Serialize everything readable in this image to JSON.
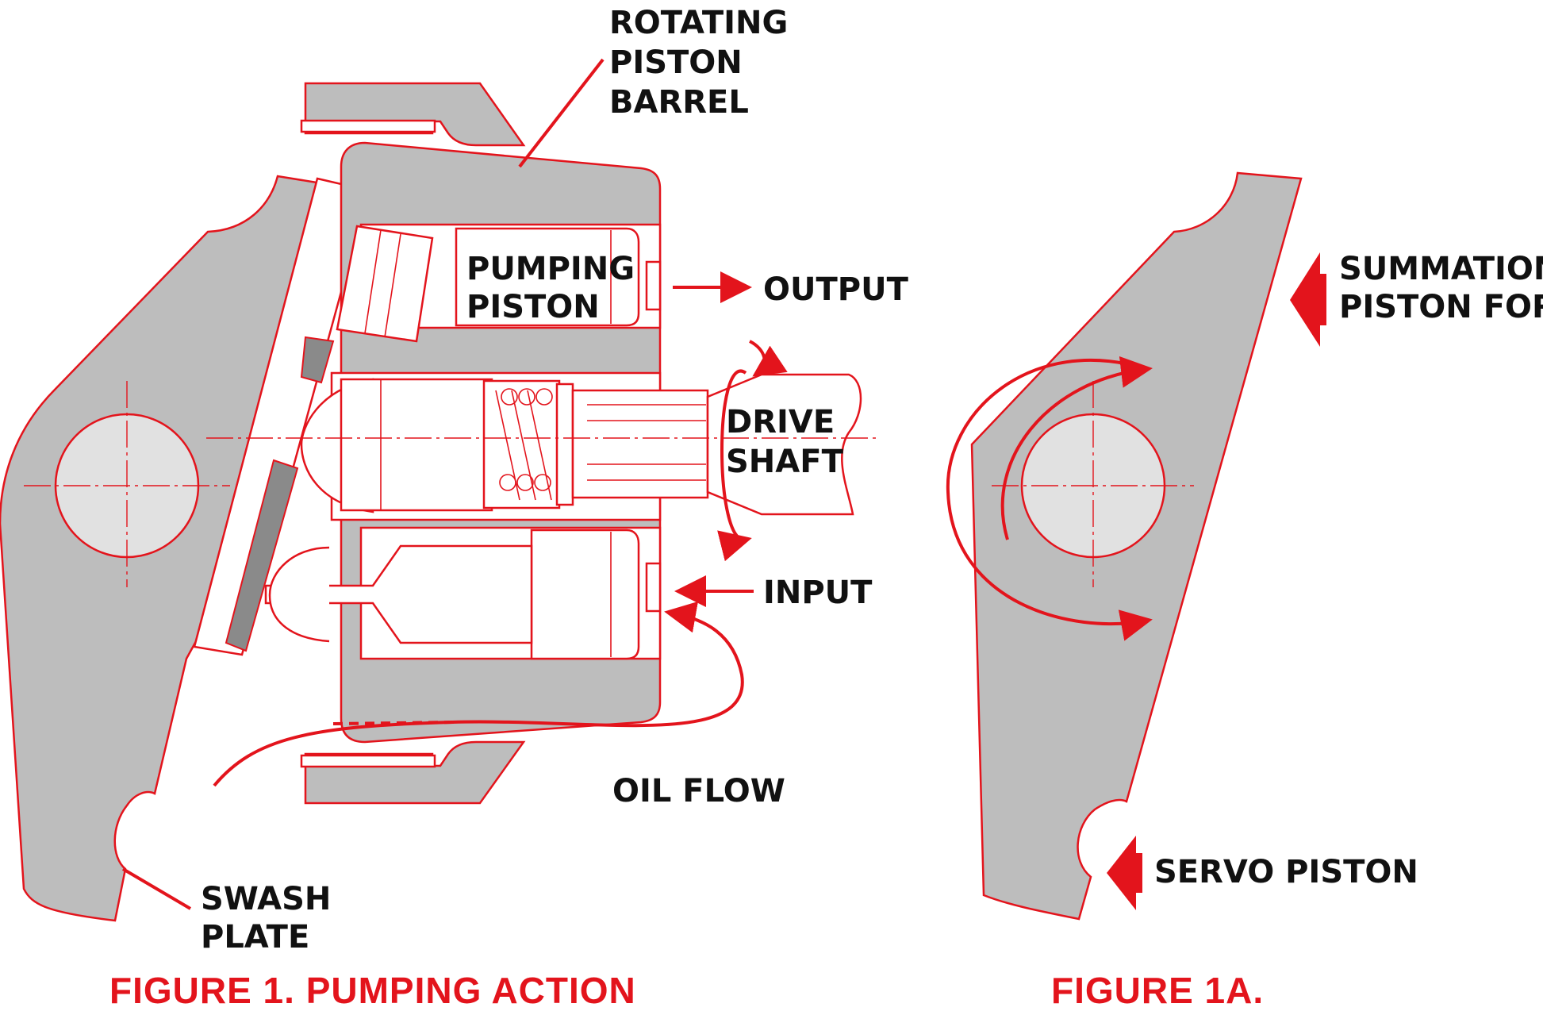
{
  "labels": {
    "rotating_barrel": [
      "ROTATING",
      "PISTON",
      "BARREL"
    ],
    "pumping_piston": [
      "PUMPING",
      "PISTON"
    ],
    "output": "OUTPUT",
    "drive_shaft": [
      "DRIVE",
      "SHAFT"
    ],
    "input": "INPUT",
    "oil_flow": "OIL FLOW",
    "swash_plate": [
      "SWASH",
      "PLATE"
    ],
    "summation": [
      "SUMMATION OF",
      "PISTON FORCES"
    ],
    "servo_piston": "SERVO PISTON"
  },
  "captions": {
    "figure1": "FIGURE 1. PUMPING ACTION",
    "figure1a": "FIGURE 1A."
  },
  "colors": {
    "accent_red": "#e3141c",
    "metal_gray": "#bdbdbd",
    "hub_gray": "#e1e1e1",
    "label_black": "#111111"
  }
}
